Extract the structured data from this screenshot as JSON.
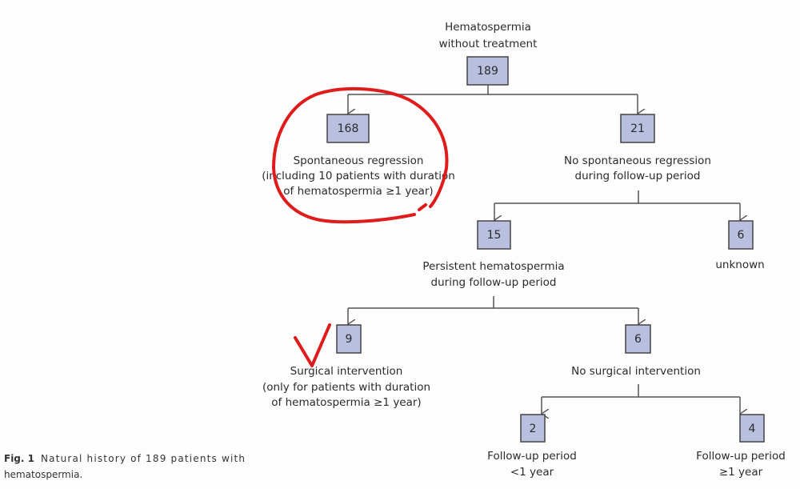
{
  "root": {
    "title_line1": "Hematospermia",
    "title_line2": "without treatment",
    "count": "189"
  },
  "spontaneous": {
    "count": "168",
    "line1": "Spontaneous regression",
    "line2": "(including 10 patients with duration",
    "line3": "of hematospermia ≥1 year)"
  },
  "no_spontaneous": {
    "count": "21",
    "line1": "No spontaneous regression",
    "line2": "during follow-up period"
  },
  "persistent": {
    "count": "15",
    "line1": "Persistent hematospermia",
    "line2": "during follow-up period"
  },
  "unknown": {
    "count": "6",
    "line1": "unknown"
  },
  "surgical": {
    "count": "9",
    "line1": "Surgical intervention",
    "line2": "(only for patients with duration",
    "line3": "of hematospermia ≥1 year)"
  },
  "no_surgical": {
    "count": "6",
    "line1": "No surgical intervention"
  },
  "followup_short": {
    "count": "2",
    "line1": "Follow-up period",
    "line2": "<1 year"
  },
  "followup_long": {
    "count": "4",
    "line1": "Follow-up period",
    "line2": "≥1 year"
  },
  "caption": {
    "label": "Fig. 1",
    "text_line1": "Natural history of 189 patients with",
    "text_line2": "hematospermia."
  },
  "colors": {
    "box_fill": "#b9bfdf",
    "annotation": "#e01b1b"
  }
}
